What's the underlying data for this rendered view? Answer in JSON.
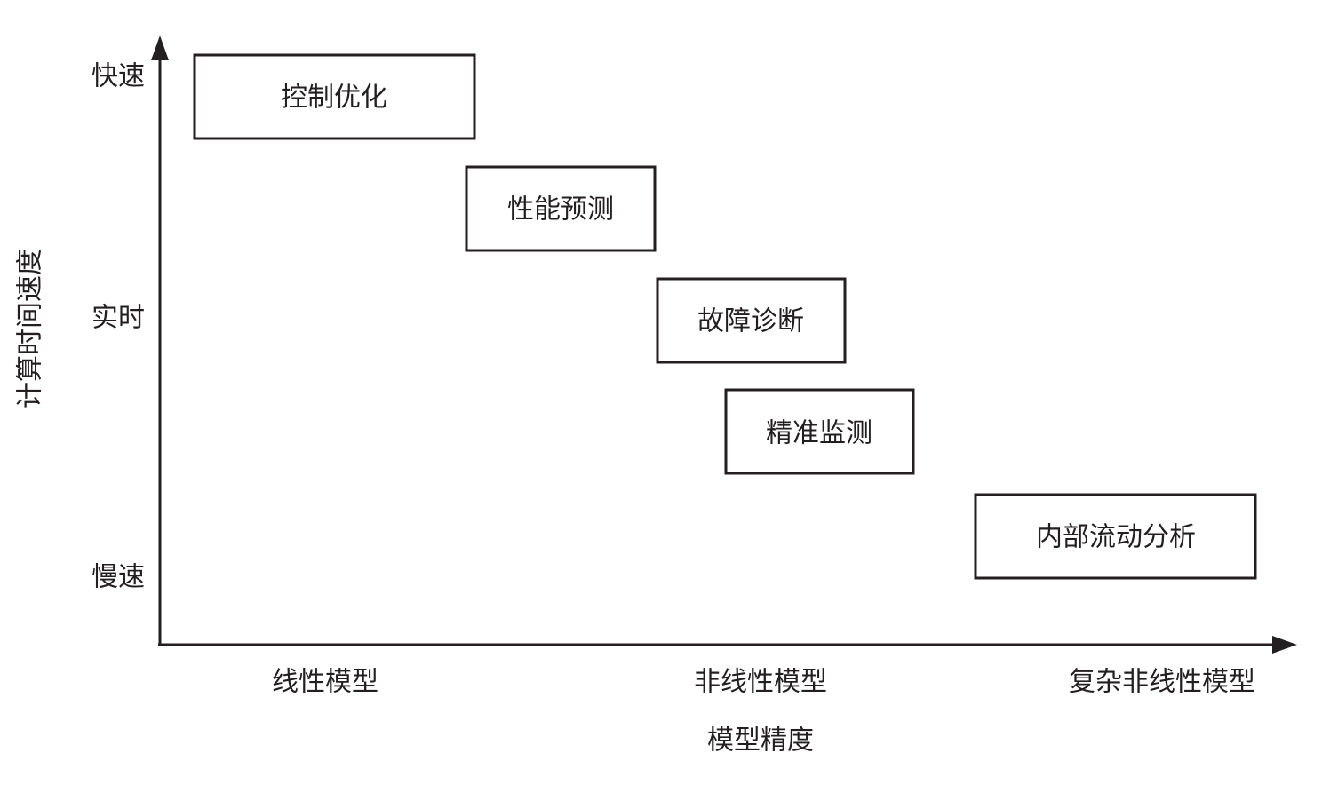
{
  "y_axis": {
    "title": "计算时间速度",
    "ticks": [
      "快速",
      "实时",
      "慢速"
    ]
  },
  "x_axis": {
    "title": "模型精度",
    "ticks": [
      "线性模型",
      "非线性模型",
      "复杂非线性模型"
    ]
  },
  "boxes": [
    {
      "label": "控制优化"
    },
    {
      "label": "性能预测"
    },
    {
      "label": "故障诊断"
    },
    {
      "label": "精准监测"
    },
    {
      "label": "内部流动分析"
    }
  ],
  "colors": {
    "line": "#231f20",
    "background": "#ffffff"
  }
}
